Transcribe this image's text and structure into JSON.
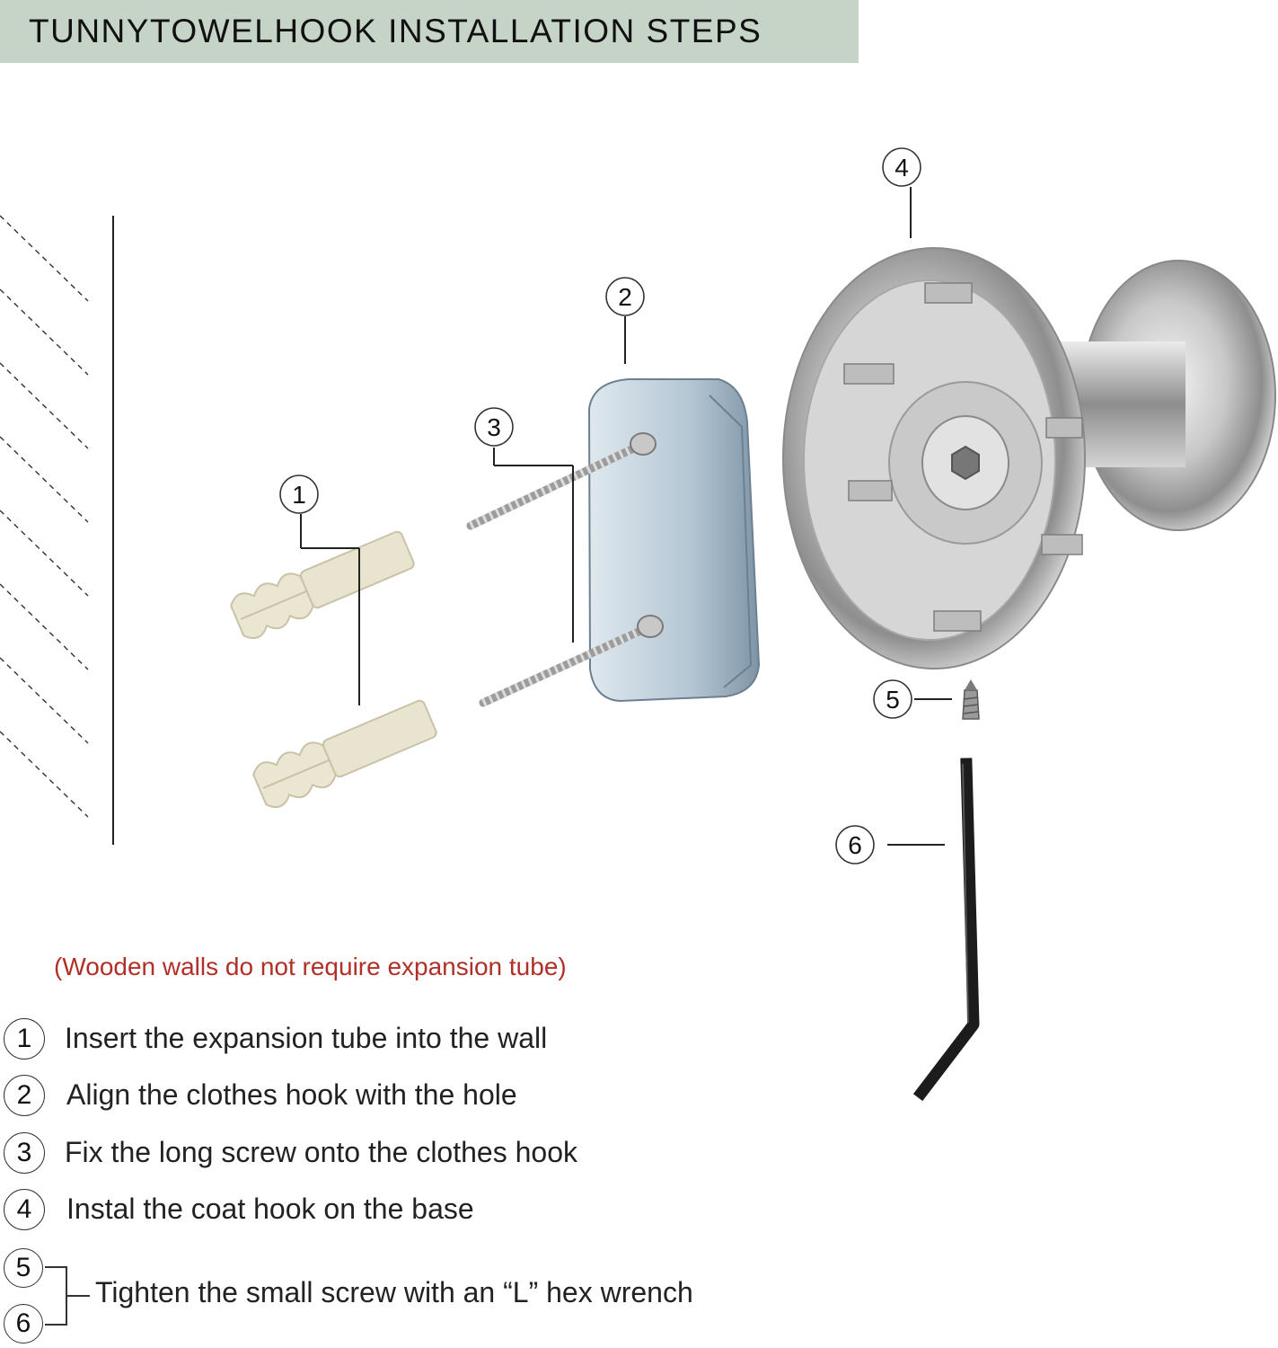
{
  "title": "TUNNYTOWELHOOK INSTALLATION STEPS",
  "callouts": [
    "1",
    "2",
    "3",
    "4",
    "5",
    "6"
  ],
  "note": "(Wooden walls do not require expansion tube)",
  "steps": [
    {
      "num": "1",
      "text": "Insert the expansion tube into the wall"
    },
    {
      "num": "2",
      "text": "Align the clothes hook with the hole"
    },
    {
      "num": "3",
      "text": "Fix the long screw onto the clothes hook"
    },
    {
      "num": "4",
      "text": "Instal the coat hook on the base"
    }
  ],
  "combined_step": {
    "nums": [
      "5",
      "6"
    ],
    "text": "Tighten the small screw with an “L” hex wrench"
  },
  "colors": {
    "banner": "#c6d3c7",
    "note": "#b03028",
    "anchor": "#e9e4cf",
    "plate": "#a9bccb",
    "chrome": "#d8d8d8",
    "wrench": "#1c1c1c"
  },
  "icons": [
    "wall-hatch",
    "wall-anchor-icon",
    "long-screw-icon",
    "base-plate-icon",
    "coat-hook-icon",
    "set-screw-icon",
    "hex-wrench-icon"
  ]
}
